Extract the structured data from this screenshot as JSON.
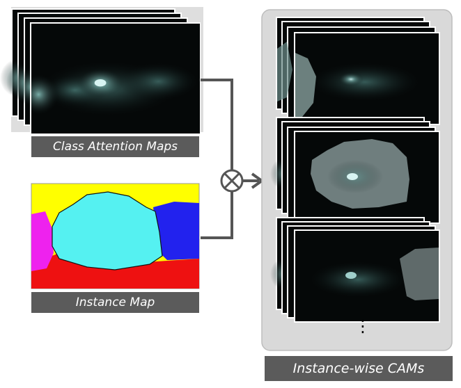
{
  "labels": {
    "class_attention_maps": "Class Attention Maps",
    "instance_map": "Instance Map",
    "instance_wise_cams": "Instance-wise CAMs"
  },
  "multiply_symbol": "⊗",
  "continuation_dots": "⋮",
  "colors": {
    "label_background": "#5b5b5b",
    "label_text": "#ffffff",
    "connector": "#555555",
    "output_panel": "#d9d9d9",
    "attention_map_background": "#050808",
    "attention_glow": "#6fb3ad",
    "instance_yellow": "#ffff00",
    "instance_cyan": "#55f1f1",
    "instance_blue": "#2222ee",
    "instance_magenta": "#ee22ee",
    "instance_red": "#ee1111"
  }
}
